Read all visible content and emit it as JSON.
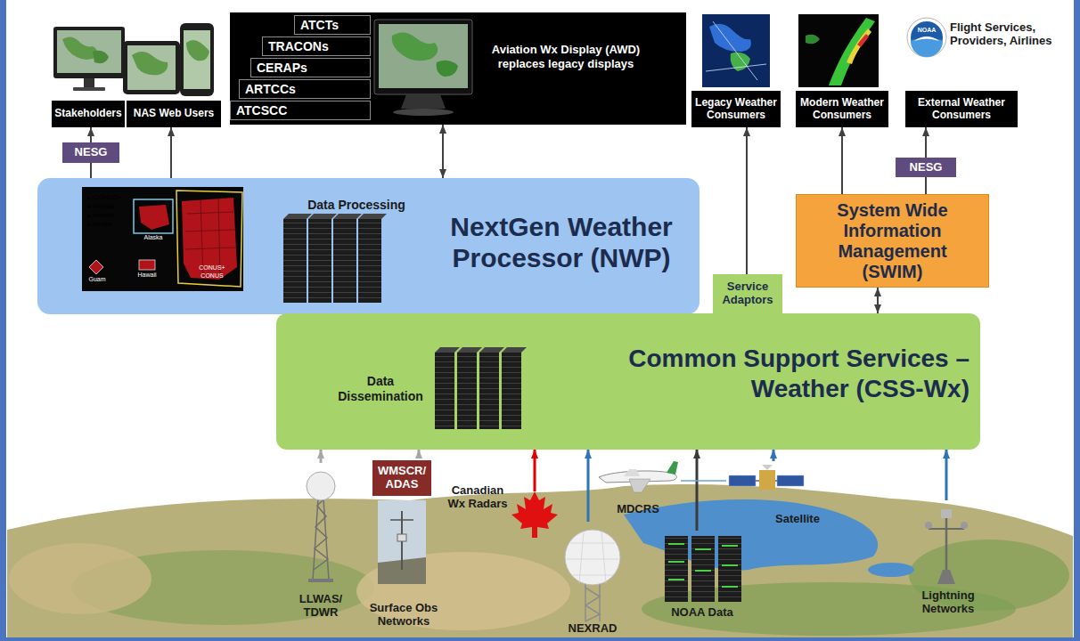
{
  "diagram": {
    "nodes": [
      {
        "text": [
          "Stakeholders"
        ]
      },
      {
        "text": [
          "NAS Web Users"
        ]
      },
      {
        "text": [
          "Aviation Wx Display (AWD) replaces legacy displays"
        ]
      },
      {
        "text": [
          "ATCTs"
        ],
        "in": 2
      },
      {
        "text": [
          "TRACONs"
        ],
        "in": 2
      },
      {
        "text": [
          "CERAPs"
        ],
        "in": 2
      },
      {
        "text": [
          "ARTCCs"
        ],
        "in": 2
      },
      {
        "text": [
          "ATCSCC"
        ],
        "in": 2
      },
      {
        "text": [
          "Legacy Weather Consumers"
        ]
      },
      {
        "text": [
          "Modern Weather Consumers"
        ]
      },
      {
        "text": [
          "External Weather Consumers"
        ]
      },
      {
        "text": [
          "NESG"
        ]
      },
      {
        "text": [
          "NESG"
        ]
      },
      {
        "text": [
          "NextGen Weather Processor (NWP)",
          "Data Processing"
        ]
      },
      {
        "text": [
          "CONUS+",
          "Alaska",
          "Hawaii",
          "Guam"
        ],
        "in": 13
      },
      {
        "text": [
          "System Wide Information Management (SWIM)"
        ]
      },
      {
        "text": [
          "Service Adaptors"
        ]
      },
      {
        "text": [
          "Common Support Services – Weather (CSS-Wx)",
          "Data Dissemination"
        ]
      },
      {
        "text": [
          "LLWAS/ TDWR"
        ]
      },
      {
        "text": [
          "Surface Obs Networks"
        ]
      },
      {
        "text": [
          "WMSCR/ ADAS"
        ],
        "in": 19
      },
      {
        "text": [
          "Canadian Wx Radars"
        ]
      },
      {
        "text": [
          "MDCRS"
        ]
      },
      {
        "text": [
          "NEXRAD"
        ]
      },
      {
        "text": [
          "NOAA Data"
        ]
      },
      {
        "text": [
          "Satellite"
        ]
      },
      {
        "text": [
          "Lightning Networks"
        ]
      }
    ],
    "edges": [
      {
        "from": 13,
        "to": 11,
        "arrow": "none"
      },
      {
        "from": 11,
        "to": 0,
        "arrow": "to"
      },
      {
        "from": 13,
        "to": 1,
        "arrow": "to"
      },
      {
        "from": 13,
        "to": 2,
        "arrow": "both"
      },
      {
        "from": 16,
        "to": 8,
        "arrow": "to"
      },
      {
        "from": 15,
        "to": 9,
        "arrow": "to"
      },
      {
        "from": 15,
        "to": 12,
        "arrow": "none"
      },
      {
        "from": 12,
        "to": 10,
        "arrow": "to"
      },
      {
        "from": 15,
        "to": 17,
        "arrow": "both"
      },
      {
        "from": 18,
        "to": 17,
        "arrow": "to"
      },
      {
        "from": 19,
        "to": 17,
        "arrow": "to"
      },
      {
        "from": 21,
        "to": 17,
        "arrow": "to"
      },
      {
        "from": 23,
        "to": 17,
        "arrow": "to"
      },
      {
        "from": 24,
        "to": 17,
        "arrow": "to"
      },
      {
        "from": 25,
        "to": 17,
        "arrow": "to"
      },
      {
        "from": 26,
        "to": 17,
        "arrow": "to"
      },
      {
        "from": 25,
        "to": 22,
        "arrow": "none"
      }
    ],
    "labels": [
      "Flight Services, Providers, Airlines",
      "NOAA",
      "Guam",
      "Alaska",
      "Hawaii",
      "CONUS+",
      "CONUS"
    ]
  }
}
